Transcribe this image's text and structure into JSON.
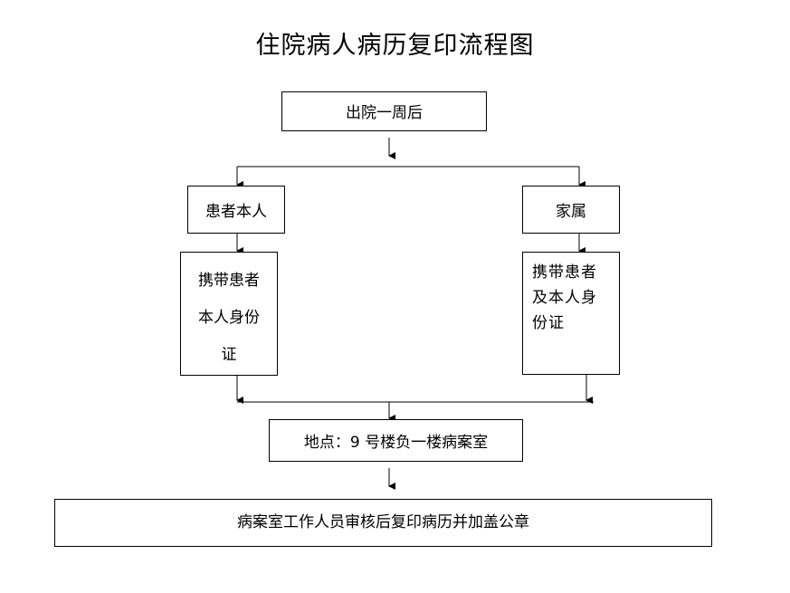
{
  "title": "住院病人病历复印流程图",
  "nodes": {
    "discharge": "出院一周后",
    "patient": "患者本人",
    "family": "家属",
    "patient_id_lines": [
      "携带患者",
      "本人身份",
      "证"
    ],
    "family_id_lines": [
      "携带患者",
      "及本人身",
      "份证"
    ],
    "location": "地点：9 号楼负一楼病案室",
    "final": "病案室工作人员审核后复印病历并加盖公章"
  }
}
